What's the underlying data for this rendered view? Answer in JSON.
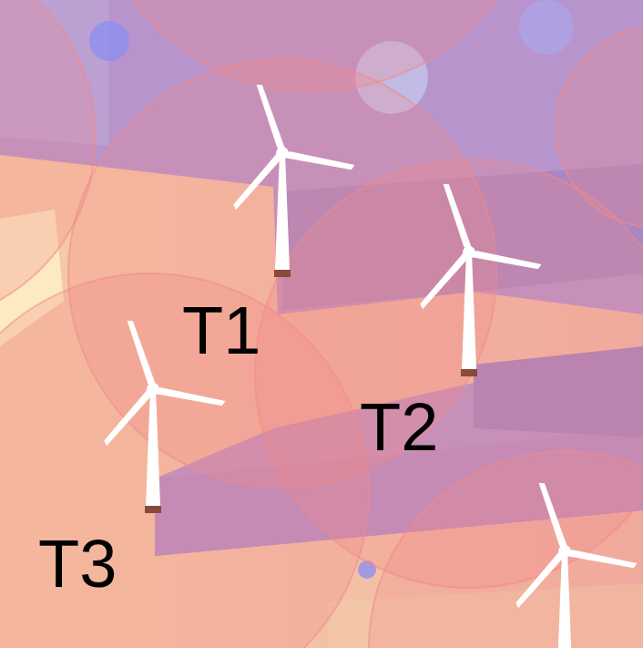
{
  "diagram": {
    "labels": [
      "T1",
      "T2",
      "T3"
    ]
  }
}
